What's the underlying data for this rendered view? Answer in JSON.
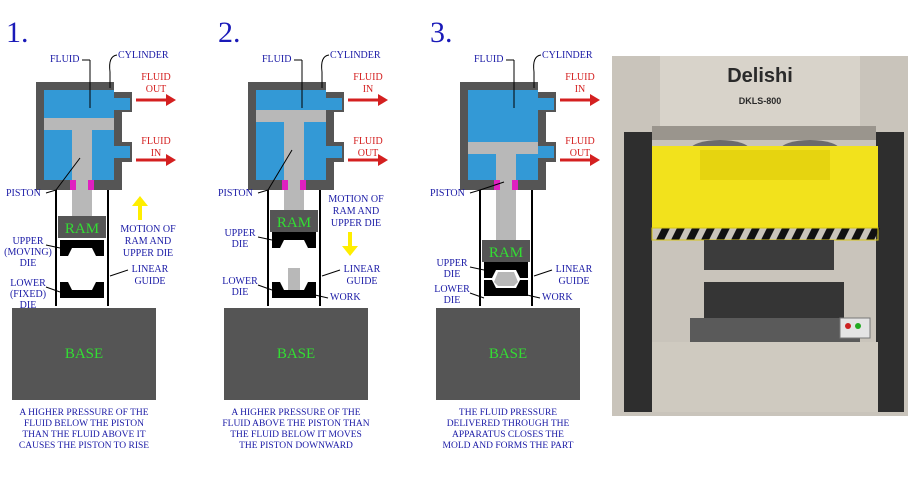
{
  "colors": {
    "fluid": "#3399d6",
    "steel": "#b8b8b8",
    "dark": "#555555",
    "black": "#000000",
    "blue_text": "#1a1aa6",
    "red": "#d42020",
    "green": "#33dd33",
    "yellow": "#ffee00",
    "magenta": "#e020c0",
    "press_yellow": "#f2e21c"
  },
  "panels": [
    {
      "number": "1.",
      "fluid": "FLUID",
      "cylinder": "CYLINDER",
      "port_top": [
        "FLUID",
        "OUT"
      ],
      "port_bottom": [
        "FLUID",
        "IN"
      ],
      "piston": "PISTON",
      "ram": "RAM",
      "base": "BASE",
      "motion": [
        "MOTION OF",
        "RAM AND",
        "UPPER DIE"
      ],
      "linear_guide": [
        "LINEAR",
        "GUIDE"
      ],
      "upper_die": [
        "UPPER",
        "(MOVING)",
        "DIE"
      ],
      "lower_die": [
        "LOWER",
        "(FIXED)",
        "DIE"
      ],
      "work": "",
      "caption": [
        "A HIGHER PRESSURE OF THE",
        "FLUID BELOW THE PISTON",
        "THAN THE FLUID ABOVE IT",
        "CAUSES THE PISTON TO RISE"
      ]
    },
    {
      "number": "2.",
      "fluid": "FLUID",
      "cylinder": "CYLINDER",
      "port_top": [
        "FLUID",
        "IN"
      ],
      "port_bottom": [
        "FLUID",
        "OUT"
      ],
      "piston": "PISTON",
      "ram": "RAM",
      "base": "BASE",
      "motion": [
        "MOTION OF",
        "RAM AND",
        "UPPER DIE"
      ],
      "linear_guide": [
        "LINEAR",
        "GUIDE"
      ],
      "upper_die": [
        "UPPER",
        "DIE"
      ],
      "lower_die": [
        "LOWER",
        "DIE"
      ],
      "work": "WORK",
      "caption": [
        "A HIGHER PRESSURE OF THE",
        "FLUID ABOVE THE PISTON THAN",
        "THE FLUID BELOW IT MOVES",
        "THE PISTON DOWNWARD"
      ]
    },
    {
      "number": "3.",
      "fluid": "FLUID",
      "cylinder": "CYLINDER",
      "port_top": [
        "FLUID",
        "IN"
      ],
      "port_bottom": [
        "FLUID",
        "OUT"
      ],
      "piston": "PISTON",
      "ram": "RAM",
      "base": "BASE",
      "motion": [],
      "linear_guide": [
        "LINEAR",
        "GUIDE"
      ],
      "upper_die": [
        "UPPER",
        "DIE"
      ],
      "lower_die": [
        "LOWER",
        "DIE"
      ],
      "work": "WORK",
      "caption": [
        "THE FLUID PRESSURE",
        "DELIVERED THROUGH THE",
        "APPARATUS CLOSES THE",
        "MOLD AND FORMS THE PART"
      ]
    }
  ],
  "photo": {
    "brand": "Delishi",
    "model": "DKLS-800"
  }
}
